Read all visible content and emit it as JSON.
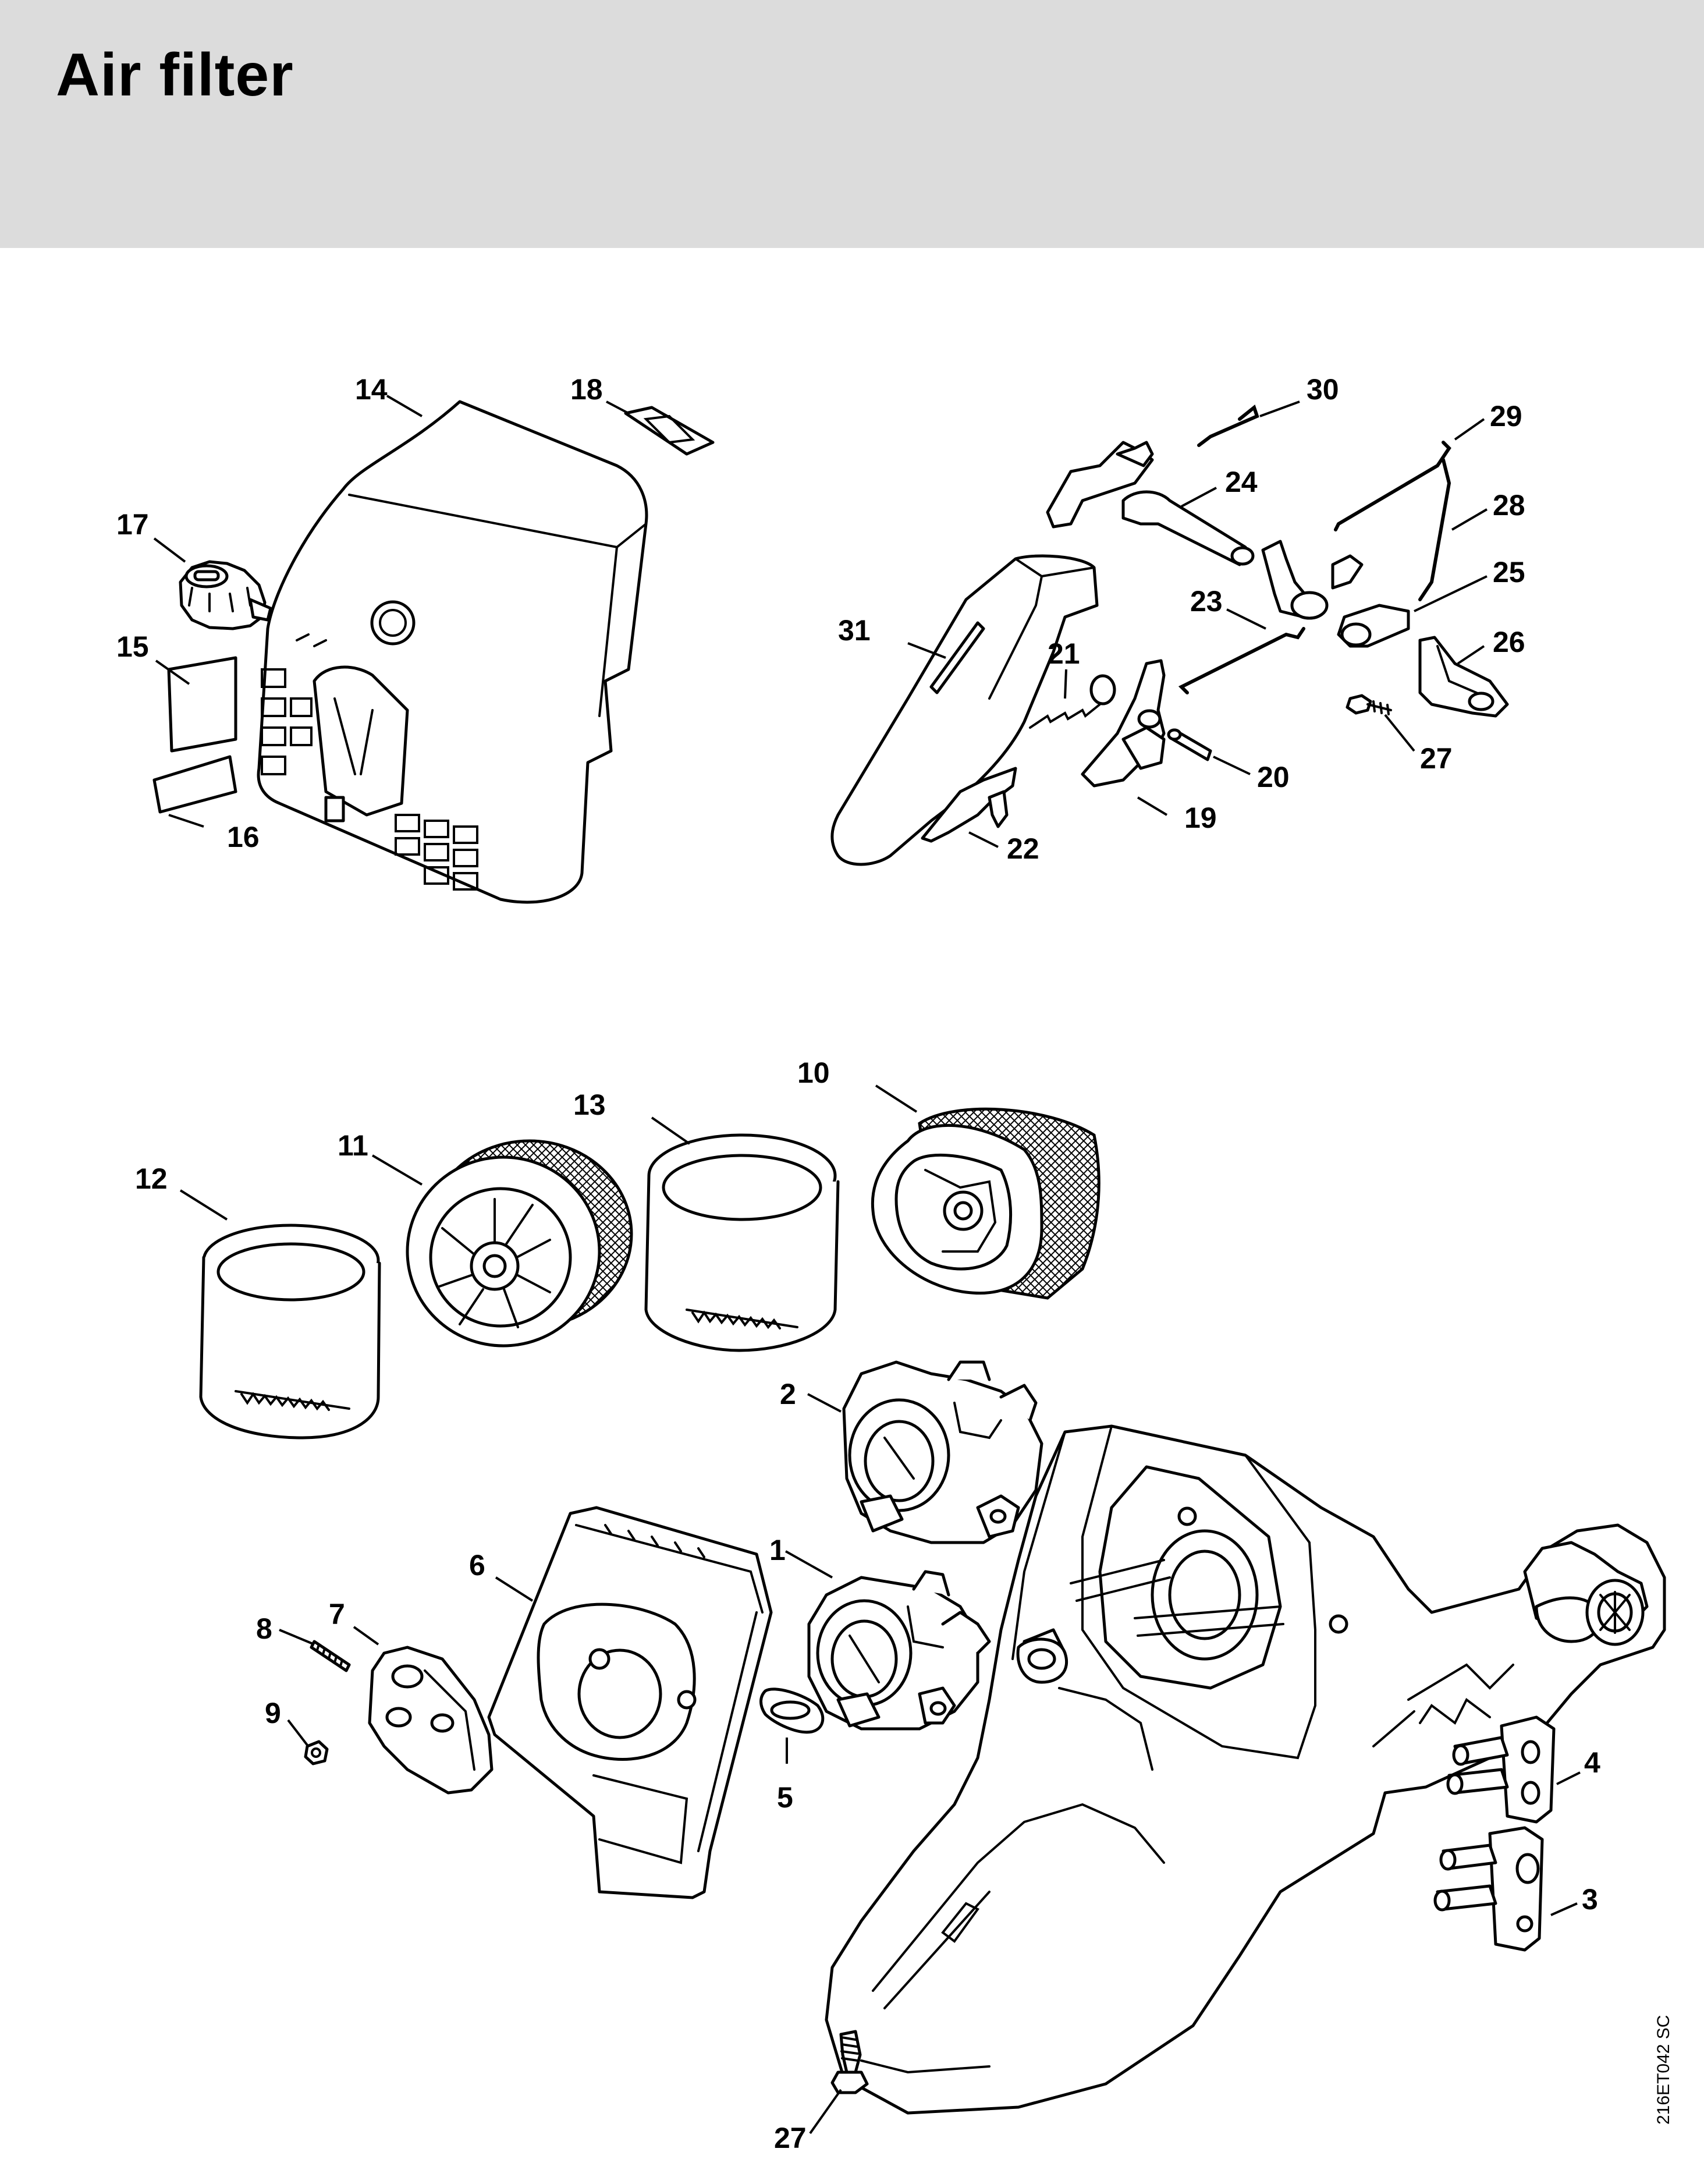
{
  "header": {
    "title": "Air filter"
  },
  "drawing_code": "216ET042 SC",
  "callouts": {
    "c1": "1",
    "c2": "2",
    "c3": "3",
    "c4": "4",
    "c5": "5",
    "c6": "6",
    "c7": "7",
    "c8": "8",
    "c9": "9",
    "c10": "10",
    "c11": "11",
    "c12": "12",
    "c13": "13",
    "c14": "14",
    "c15": "15",
    "c16": "16",
    "c17": "17",
    "c18": "18",
    "c19": "19",
    "c20": "20",
    "c21": "21",
    "c22": "22",
    "c23": "23",
    "c24": "24",
    "c25": "25",
    "c26": "26",
    "c27a": "27",
    "c27b": "27",
    "c28": "28",
    "c29": "29",
    "c30": "30",
    "c31": "31"
  }
}
